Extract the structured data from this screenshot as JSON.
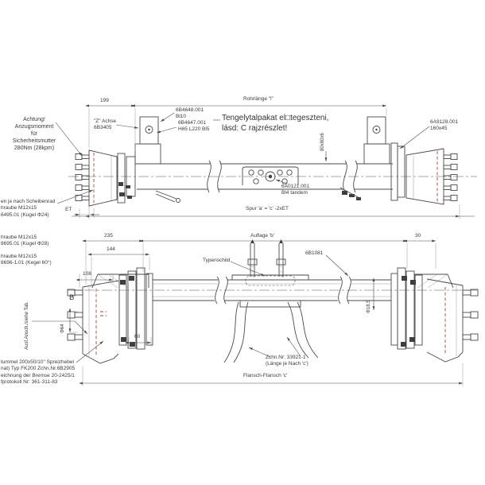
{
  "drawing": {
    "background": "#ffffff",
    "line_color": "#4a4a4a",
    "accent_red": "#9b4a3e",
    "top_view": {
      "warning_note": "Achtung!\nAnzugsmoment\nfür\nSicherheitsmutter\n280Nm (28kpm)",
      "axle_label": "\"Z\" Achse\n6B3405",
      "dim_199": "199",
      "tube_length_label": "Rohrlänge \"l\"",
      "part_6b4648": "6B4648.001\nBl10",
      "part_6b4647": "6B4647.001\nH65 L220 Bl5",
      "hungarian_note": "Tengelytalpakat el□tegeszteni,\nlásd: C rajzrészlet!",
      "profile_label": "80x80x6",
      "part_6a9128": "6A9128.001\n160x45",
      "part_6a0121": "6A0121.001\nBl4 tandem",
      "track_label": "Spur 'a' = 'c' -2xET",
      "offset_label": "ET",
      "wheel_note_1": "en je nach Scheibenrad\nhraube M12x15\n6495.01 (Kugel Φ24)",
      "wheel_note_2": "hraube M12x15\n8695.01 (Kugel Φ28)",
      "wheel_note_3": "hraube M12x15\n8696-1.01 (Kegel 60°)"
    },
    "front_view": {
      "dim_235": "235",
      "support_label": "Auflage 'b'",
      "dim_30": "30",
      "dim_144": "144",
      "part_6b1081": "6B1081",
      "nameplate_label": "Typenschild",
      "dim_108": "108",
      "section_mark": "B",
      "dim_phi64": "Φ64",
      "dim_60": "60",
      "dim_phi185": "Φ18.5",
      "tube_part_note": "Zchn.Nr: 33921-1\n(Länge je Nach 'c')",
      "flange_label": "Flansch-Flansch 'c'",
      "version_note": "Ausf.Ansch./siehe Tab.",
      "brake_note": "tummel 200x50/10\" Spreizhebel\nnat) Typ FK200 Zchn.Nr.6B2905\neichnung der Bremse 20-2425/1\nfprotokoll Nr: 361-311-83"
    }
  }
}
